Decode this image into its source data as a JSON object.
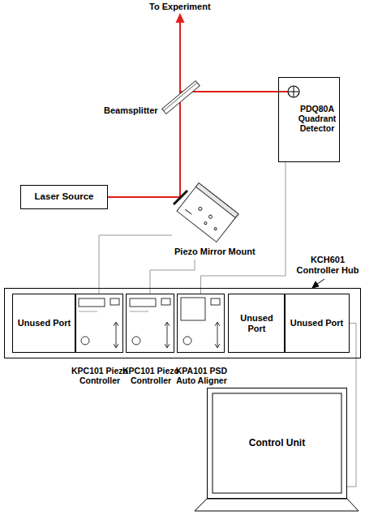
{
  "diagram": {
    "nodes": [
      {
        "text": [
          "PDQ80A Quadrant Detector"
        ]
      },
      {
        "text": [
          "Laser Source"
        ]
      },
      {
        "text": [
          "Piezo Mirror Mount"
        ]
      },
      {
        "text": [
          "KCH601 Controller Hub"
        ]
      },
      {
        "text": [
          "Unused Port"
        ],
        "in": 3
      },
      {
        "text": [
          "KPC101 Piezo Controller"
        ],
        "in": 3
      },
      {
        "text": [
          "KPC101 Piezo Controller"
        ],
        "in": 3
      },
      {
        "text": [
          "KPA101 PSD Auto Aligner"
        ],
        "in": 3
      },
      {
        "text": [
          "Unused Port"
        ],
        "in": 3
      },
      {
        "text": [
          "Unused Port"
        ],
        "in": 3
      },
      {
        "text": [
          "Control Unit"
        ]
      }
    ],
    "edges": [
      {
        "from": 2,
        "to": 5,
        "arrow": "none"
      },
      {
        "from": 2,
        "to": 6,
        "arrow": "none"
      },
      {
        "from": 0,
        "to": 7,
        "arrow": "none"
      },
      {
        "from": 9,
        "to": 10,
        "arrow": "none"
      },
      {
        "from": 1,
        "to": 2,
        "arrow": "none"
      }
    ],
    "labels": [
      "To Experiment",
      "Beamsplitter"
    ]
  }
}
